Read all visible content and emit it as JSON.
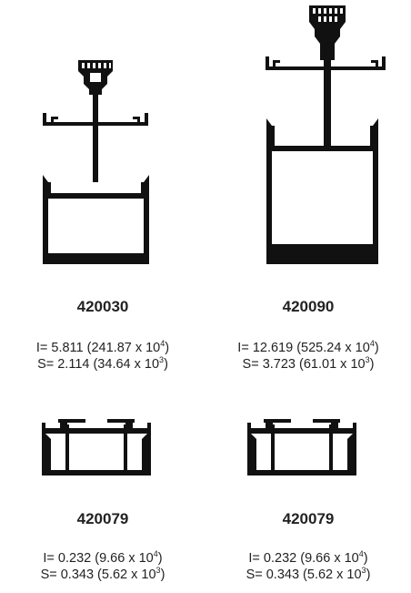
{
  "profiles": [
    {
      "code": "420030",
      "I": {
        "prefix": "I= 5.811 (241.87 x 10",
        "exp": "4",
        "suffix": ")"
      },
      "S": {
        "prefix": "S= 2.114 (34.64 x 10",
        "exp": "3",
        "suffix": ")"
      }
    },
    {
      "code": "420090",
      "I": {
        "prefix": "I= 12.619 (525.24 x 10",
        "exp": "4",
        "suffix": ")"
      },
      "S": {
        "prefix": "S= 3.723 (61.01 x 10",
        "exp": "3",
        "suffix": ")"
      }
    },
    {
      "code": "420079",
      "I": {
        "prefix": "I= 0.232 (9.66 x 10",
        "exp": "4",
        "suffix": ")"
      },
      "S": {
        "prefix": "S= 0.343 (5.62 x 10",
        "exp": "3",
        "suffix": ")"
      }
    },
    {
      "code": "420079",
      "I": {
        "prefix": "I= 0.232 (9.66 x 10",
        "exp": "4",
        "suffix": ")"
      },
      "S": {
        "prefix": "S= 0.343 (5.62 x 10",
        "exp": "3",
        "suffix": ")"
      }
    }
  ]
}
